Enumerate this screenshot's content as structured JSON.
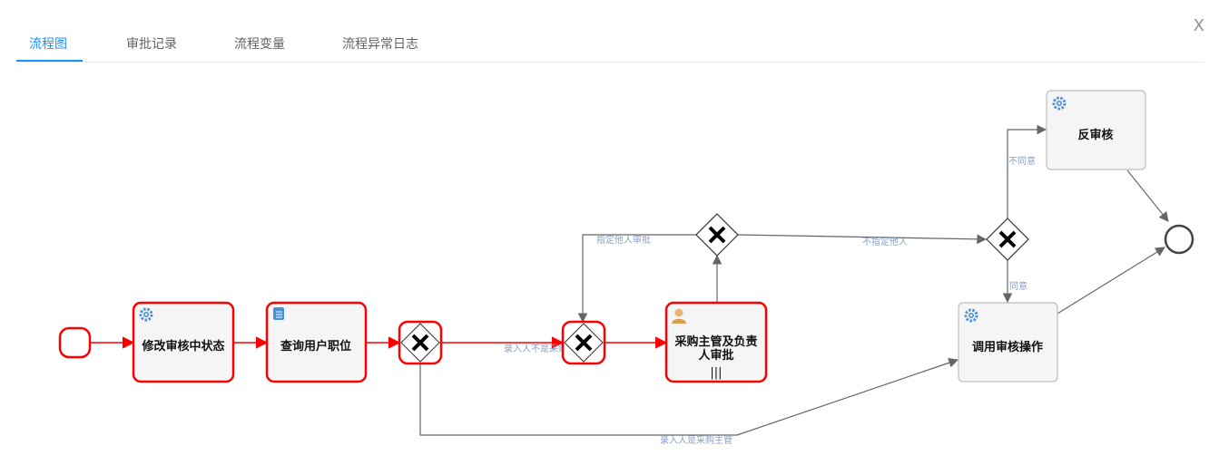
{
  "tabs": [
    {
      "label": "流程图",
      "active": true
    },
    {
      "label": "审批记录",
      "active": false
    },
    {
      "label": "流程变量",
      "active": false
    },
    {
      "label": "流程异常日志",
      "active": false
    }
  ],
  "close_label": "X",
  "colors": {
    "accent": "#1890ff",
    "executed": "#ff0000",
    "pending": "#666666",
    "task_fill": "#f5f5f5",
    "flow_label": "#8aa0c8",
    "gear_icon": "#4a90d9"
  },
  "diagram": {
    "nodes": {
      "task_modify": {
        "label": "修改审核中状态",
        "icon": "gear-icon"
      },
      "task_query": {
        "label": "查询用户职位",
        "icon": "script-icon"
      },
      "task_approve": {
        "label_line1": "采购主管及负责",
        "label_line2": "人审批",
        "icon": "user-icon",
        "marker": "|||"
      },
      "task_call": {
        "label": "调用审核操作",
        "icon": "gear-icon"
      },
      "task_reverse": {
        "label": "反审核",
        "icon": "gear-icon"
      }
    },
    "flows": {
      "not_purchasing": "录入人不是采购主管",
      "is_purchasing": "录入人是采购主管",
      "assign_other": "指定他人审批",
      "not_assign": "不指定他人",
      "disagree": "不同意",
      "agree": "同意"
    }
  }
}
